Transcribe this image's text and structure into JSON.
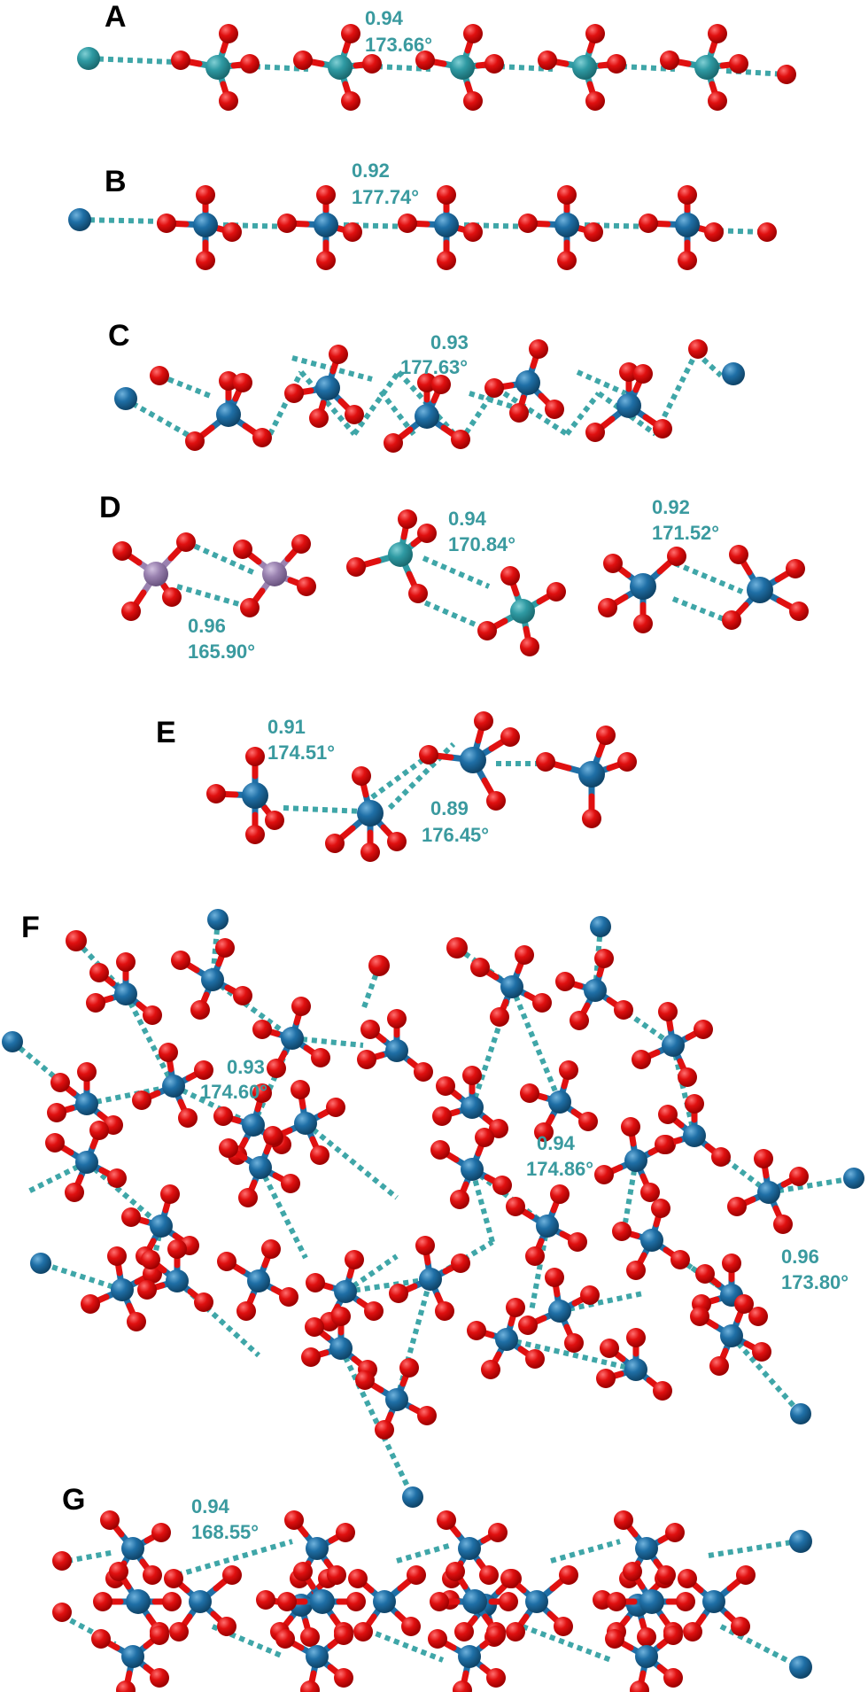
{
  "colors": {
    "oxygen": "#e01010",
    "oxygen_dark": "#9c0000",
    "blue_atom": "#1f6fa6",
    "blue_atom_dark": "#0f4468",
    "teal_atom": "#2f9aa3",
    "teal_atom_dark": "#1a6a70",
    "purple_atom": "#9a82b0",
    "purple_atom_dark": "#6a5480",
    "interaction_line": "#3fa6a8",
    "label_text": "#3a9a9f"
  },
  "panels": [
    {
      "id": "A",
      "label": "A",
      "measurements": [
        {
          "distance": "0.94",
          "angle": "173.66°"
        }
      ]
    },
    {
      "id": "B",
      "label": "B",
      "measurements": [
        {
          "distance": "0.92",
          "angle": "177.74°"
        }
      ]
    },
    {
      "id": "C",
      "label": "C",
      "measurements": [
        {
          "distance": "0.93",
          "angle": "177.63°"
        }
      ]
    },
    {
      "id": "D",
      "label": "D",
      "measurements": [
        {
          "distance": "0.96",
          "angle": "165.90°"
        },
        {
          "distance": "0.94",
          "angle": "170.84°"
        },
        {
          "distance": "0.92",
          "angle": "171.52°"
        }
      ]
    },
    {
      "id": "E",
      "label": "E",
      "measurements": [
        {
          "distance": "0.91",
          "angle": "174.51°"
        },
        {
          "distance": "0.89",
          "angle": "176.45°"
        }
      ]
    },
    {
      "id": "F",
      "label": "F",
      "measurements": [
        {
          "distance": "0.93",
          "angle": "174.60°"
        },
        {
          "distance": "0.94",
          "angle": "174.86°"
        },
        {
          "distance": "0.96",
          "angle": "173.80°"
        }
      ]
    },
    {
      "id": "G",
      "label": "G",
      "measurements": [
        {
          "distance": "0.94",
          "angle": "168.55°"
        }
      ]
    }
  ]
}
